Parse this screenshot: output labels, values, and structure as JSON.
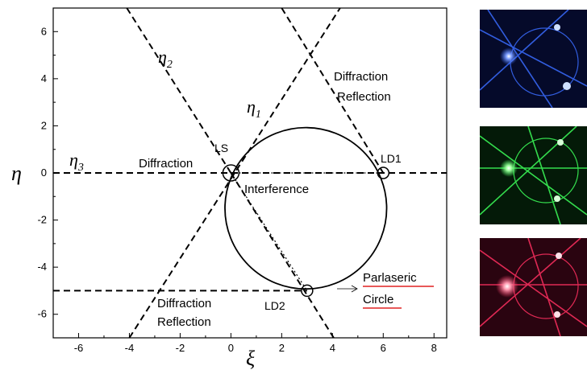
{
  "axes": {
    "xlabel": "ξ",
    "ylabel": "η",
    "xlim": [
      -7,
      8.5
    ],
    "ylim": [
      -7,
      7
    ],
    "x_ticks": [
      -6,
      -4,
      -2,
      0,
      2,
      4,
      6,
      8
    ],
    "y_ticks": [
      -6,
      -4,
      -2,
      0,
      2,
      4,
      6
    ],
    "x_tick_labels": [
      "-6",
      "-4",
      "-2",
      "0",
      "2",
      "4",
      "6",
      "8"
    ],
    "y_tick_labels": [
      "-6",
      "-4",
      "-2",
      "0",
      "2",
      "4",
      "6"
    ],
    "grid": false
  },
  "lines": {
    "eta1": {
      "base": "η",
      "sub": "1"
    },
    "eta2": {
      "base": "η",
      "sub": "2"
    },
    "eta3": {
      "base": "η",
      "sub": "3"
    }
  },
  "circle": {
    "center": [
      2.95,
      -1.5
    ],
    "radius": 3.3
  },
  "points": [
    {
      "id": "LS",
      "label": "LS",
      "x": 0,
      "y": 0
    },
    {
      "id": "LD1",
      "label": "LD1",
      "x": 6,
      "y": 0
    },
    {
      "id": "LD2",
      "label": "LD2",
      "x": 3,
      "y": -5
    }
  ],
  "region_labels": {
    "diffraction_left": "Diffraction",
    "diffraction_reflection_top_1": "Diffraction",
    "diffraction_reflection_top_2": "Reflection",
    "diffraction_reflection_bottom_1": "Diffraction",
    "diffraction_reflection_bottom_2": "Reflection",
    "interference": "Interference"
  },
  "annotation": {
    "line1": "Parlaseric",
    "line2": "Circle",
    "underline_color": "#e02020"
  },
  "photos": [
    {
      "name": "blue",
      "color": "#3a6cff",
      "bg": "#050a2a"
    },
    {
      "name": "green",
      "color": "#3dff5a",
      "bg": "#041a08"
    },
    {
      "name": "red",
      "color": "#ff3060",
      "bg": "#2a0410"
    }
  ]
}
